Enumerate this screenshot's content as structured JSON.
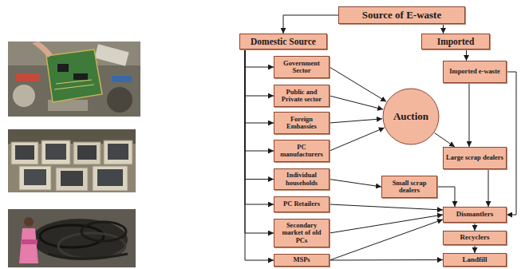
{
  "diagram": {
    "nodes": [
      {
        "text": [
          "Source of E-waste"
        ]
      },
      {
        "text": [
          "Domestic Source"
        ]
      },
      {
        "text": [
          "Imported"
        ]
      },
      {
        "text": [
          "Government Sector"
        ]
      },
      {
        "text": [
          "Public and Private sector"
        ]
      },
      {
        "text": [
          "Foreign Embassies"
        ]
      },
      {
        "text": [
          "PC manufacturers"
        ]
      },
      {
        "text": [
          "Individual households"
        ]
      },
      {
        "text": [
          "PC Retailers"
        ]
      },
      {
        "text": [
          "Secondary market of old PCs"
        ]
      },
      {
        "text": [
          "MSPs"
        ]
      },
      {
        "text": [
          "Auction"
        ]
      },
      {
        "text": [
          "Imported e-waste"
        ]
      },
      {
        "text": [
          "Large scrap dealers"
        ]
      },
      {
        "text": [
          "Small scrap dealers"
        ]
      },
      {
        "text": [
          "Dismantlers"
        ]
      },
      {
        "text": [
          "Recyclers"
        ]
      },
      {
        "text": [
          "Landfill"
        ]
      }
    ],
    "edges": [
      {
        "from": 0,
        "to": 1,
        "arrow": "to"
      },
      {
        "from": 0,
        "to": 2,
        "arrow": "to"
      },
      {
        "from": 1,
        "to": 3,
        "arrow": "to"
      },
      {
        "from": 1,
        "to": 4,
        "arrow": "to"
      },
      {
        "from": 1,
        "to": 5,
        "arrow": "to"
      },
      {
        "from": 1,
        "to": 6,
        "arrow": "to"
      },
      {
        "from": 1,
        "to": 7,
        "arrow": "to"
      },
      {
        "from": 1,
        "to": 8,
        "arrow": "to"
      },
      {
        "from": 1,
        "to": 9,
        "arrow": "to"
      },
      {
        "from": 1,
        "to": 10,
        "arrow": "to"
      },
      {
        "from": 3,
        "to": 11,
        "arrow": "to"
      },
      {
        "from": 4,
        "to": 11,
        "arrow": "to"
      },
      {
        "from": 5,
        "to": 11,
        "arrow": "to"
      },
      {
        "from": 6,
        "to": 11,
        "arrow": "to"
      },
      {
        "from": 2,
        "to": 12,
        "arrow": "to"
      },
      {
        "from": 11,
        "to": 13,
        "arrow": "to"
      },
      {
        "from": 12,
        "to": 13,
        "arrow": "to"
      },
      {
        "from": 12,
        "to": 15,
        "arrow": "to"
      },
      {
        "from": 13,
        "to": 15,
        "arrow": "to"
      },
      {
        "from": 7,
        "to": 14,
        "arrow": "to"
      },
      {
        "from": 14,
        "to": 15,
        "arrow": "to"
      },
      {
        "from": 8,
        "to": 15,
        "arrow": "to"
      },
      {
        "from": 9,
        "to": 15,
        "arrow": "to"
      },
      {
        "from": 10,
        "to": 15,
        "arrow": "to"
      },
      {
        "from": 10,
        "to": 17,
        "arrow": "to"
      },
      {
        "from": 15,
        "to": 16,
        "arrow": "to"
      },
      {
        "from": 16,
        "to": 17,
        "arrow": "to"
      }
    ]
  }
}
